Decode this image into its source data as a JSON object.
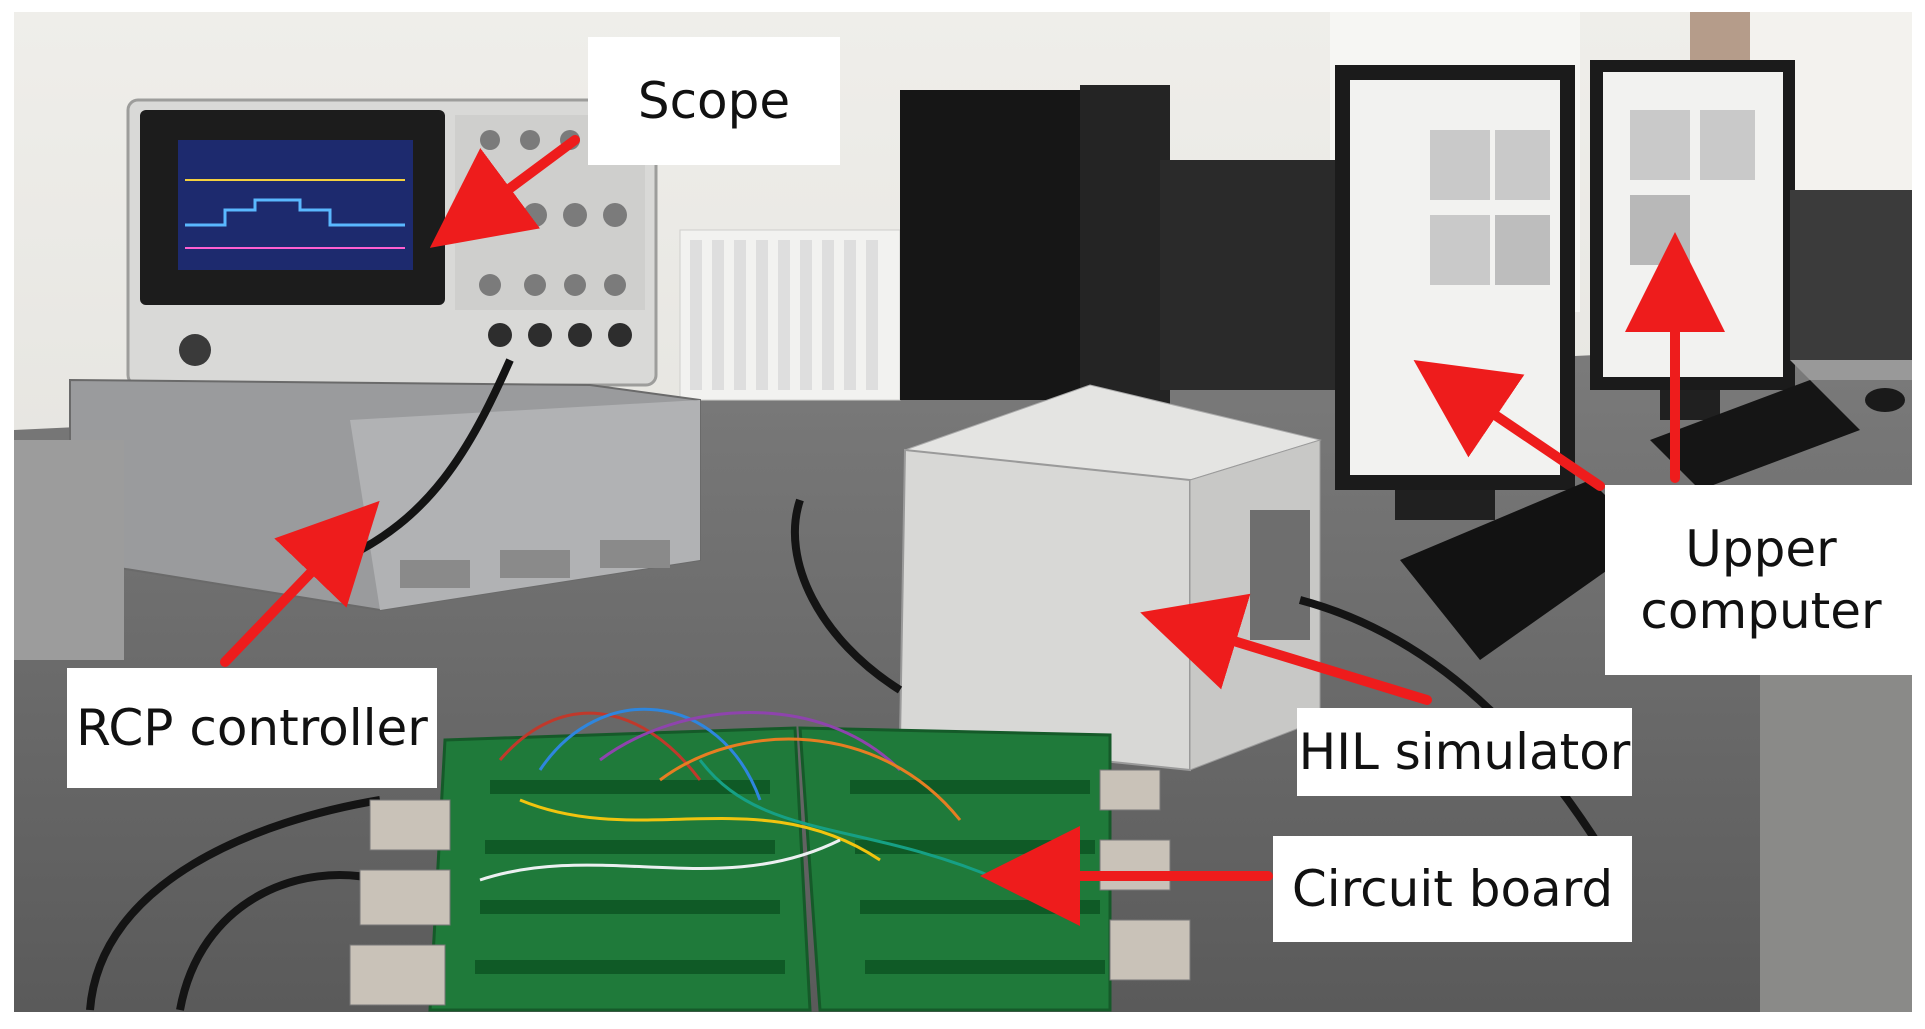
{
  "callouts": {
    "scope": "Scope",
    "rcp_controller": "RCP controller",
    "hil_simulator": "HIL simulator",
    "circuit_board": "Circuit board",
    "upper_computer_line1": "Upper",
    "upper_computer_line2": "computer"
  },
  "colors": {
    "arrow": "#ee1c1c",
    "label_bg": "#ffffff",
    "label_text": "#111111",
    "desk": "#6f6f6f",
    "wall": "#e9e8e4",
    "pcb": "#1f7a3a"
  },
  "icons": [
    "red-arrow-icon"
  ]
}
